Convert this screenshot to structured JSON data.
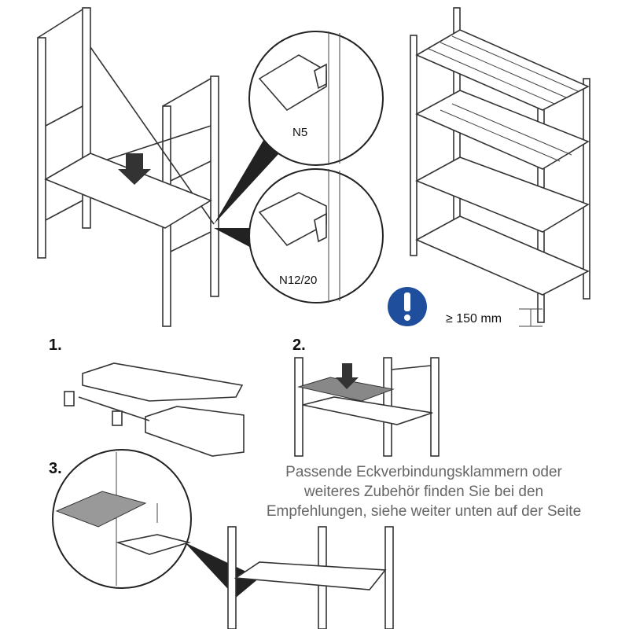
{
  "labels": {
    "n5": "N5",
    "n12": "N12/20",
    "clearance": "≥ 150 mm"
  },
  "steps": [
    "1.",
    "2.",
    "3."
  ],
  "note": {
    "lines": [
      "Passende Eckverbindungsklammern oder",
      "weiteres Zubehör finden Sie bei den",
      "Empfehlungen, siehe weiter unten auf der Seite"
    ]
  },
  "colors": {
    "info_icon": "#1f4e9c",
    "line": "#333333",
    "note_text": "#666666"
  }
}
